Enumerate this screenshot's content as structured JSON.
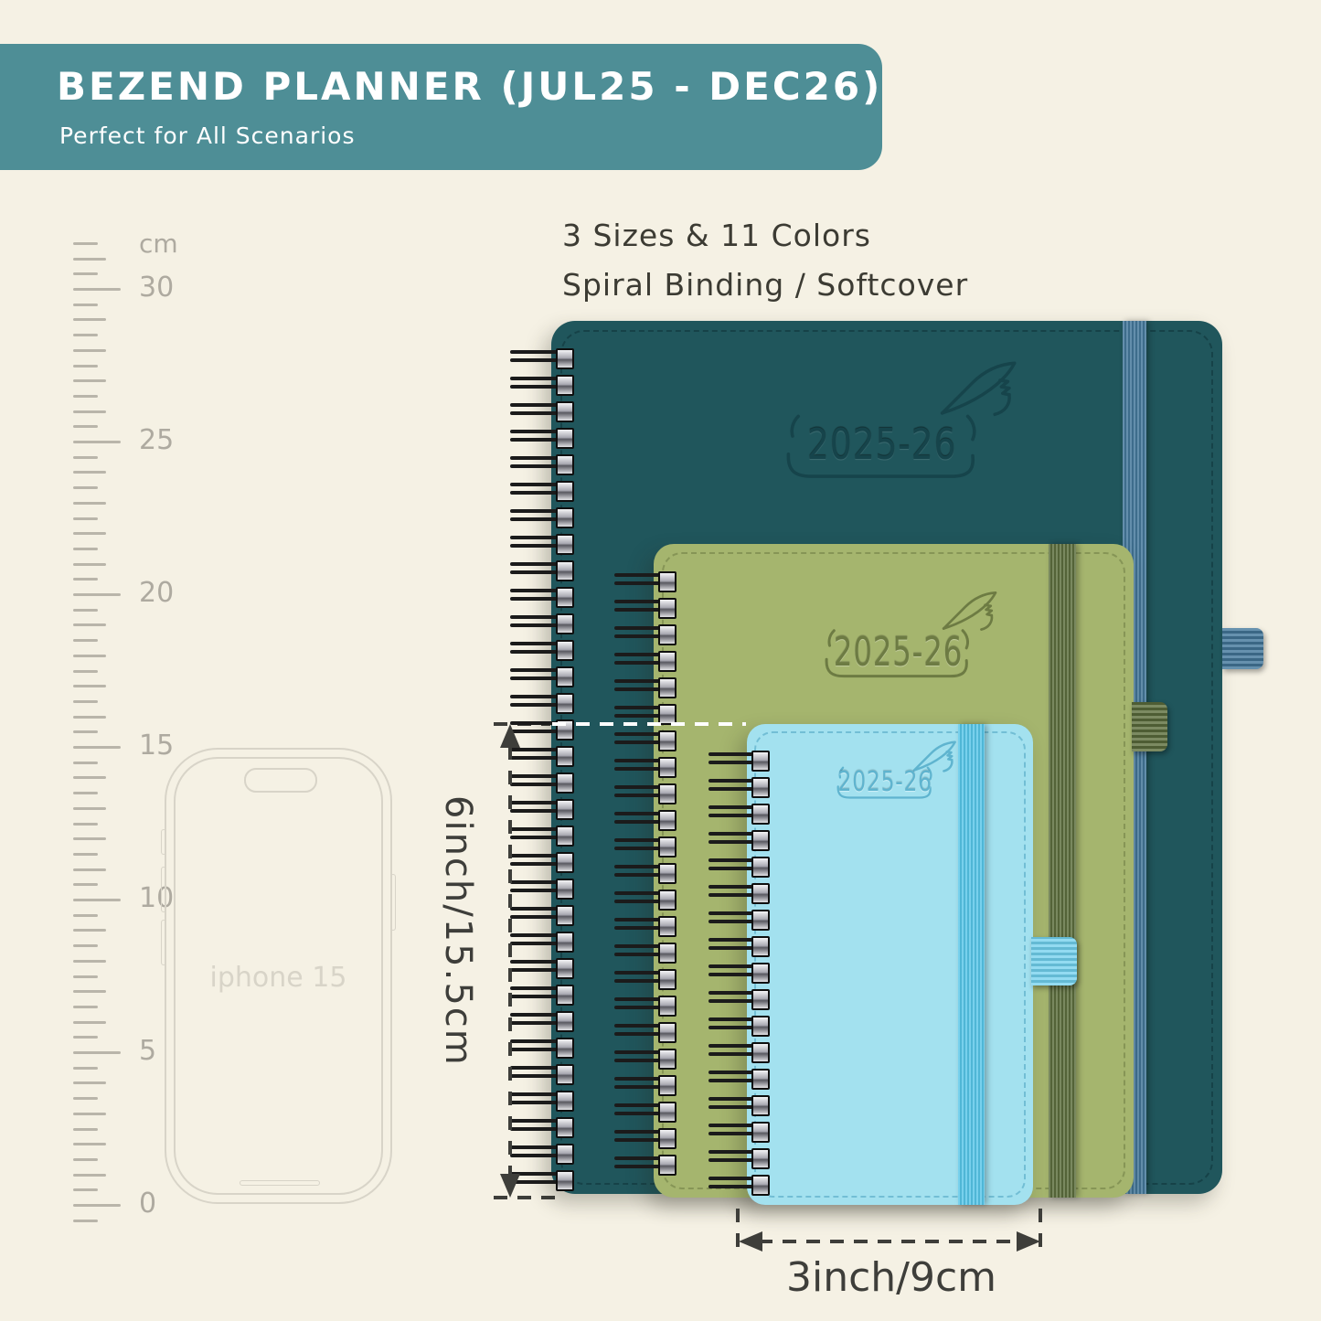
{
  "banner": {
    "title": "BEZEND PLANNER (JUL25 - DEC26)",
    "subtitle": "Perfect for All Scenarios"
  },
  "intro": {
    "line1": "3 Sizes & 11 Colors",
    "line2": "Spiral Binding / Softcover"
  },
  "ruler": {
    "unit": "cm",
    "labels": [
      "30",
      "25",
      "20",
      "15",
      "10",
      "5",
      "0"
    ],
    "label_values": [
      30,
      25,
      20,
      15,
      10,
      5,
      0
    ]
  },
  "phone": {
    "label": "iphone 15"
  },
  "planners": {
    "large": {
      "year": "2025-26"
    },
    "medium": {
      "year": "2025-26"
    },
    "small": {
      "year": "2025-26"
    }
  },
  "dimensions": {
    "height_label": "6inch/15.5cm",
    "width_label": "3inch/9cm"
  },
  "icons": [
    "feather-icon"
  ],
  "colors": {
    "bg": "#f5f1e4",
    "banner": "#4e8e96",
    "cover_large": "#20565c",
    "cover_medium": "#a5b56e",
    "cover_small": "#a3e1ef",
    "band_large": "#45799c",
    "band_medium": "#5f7140",
    "band_small": "#56c5e8",
    "loop_small": "#6fcfec",
    "engrave_large": "#16444b",
    "engrave_medium": "#6d7b43",
    "engrave_small": "#5fb4cf",
    "dim": "#3e3e3a",
    "ruler_tick": "#b9b5aa",
    "ruler_label": "#aeaaa0",
    "phone_line": "#d8d4c8"
  }
}
